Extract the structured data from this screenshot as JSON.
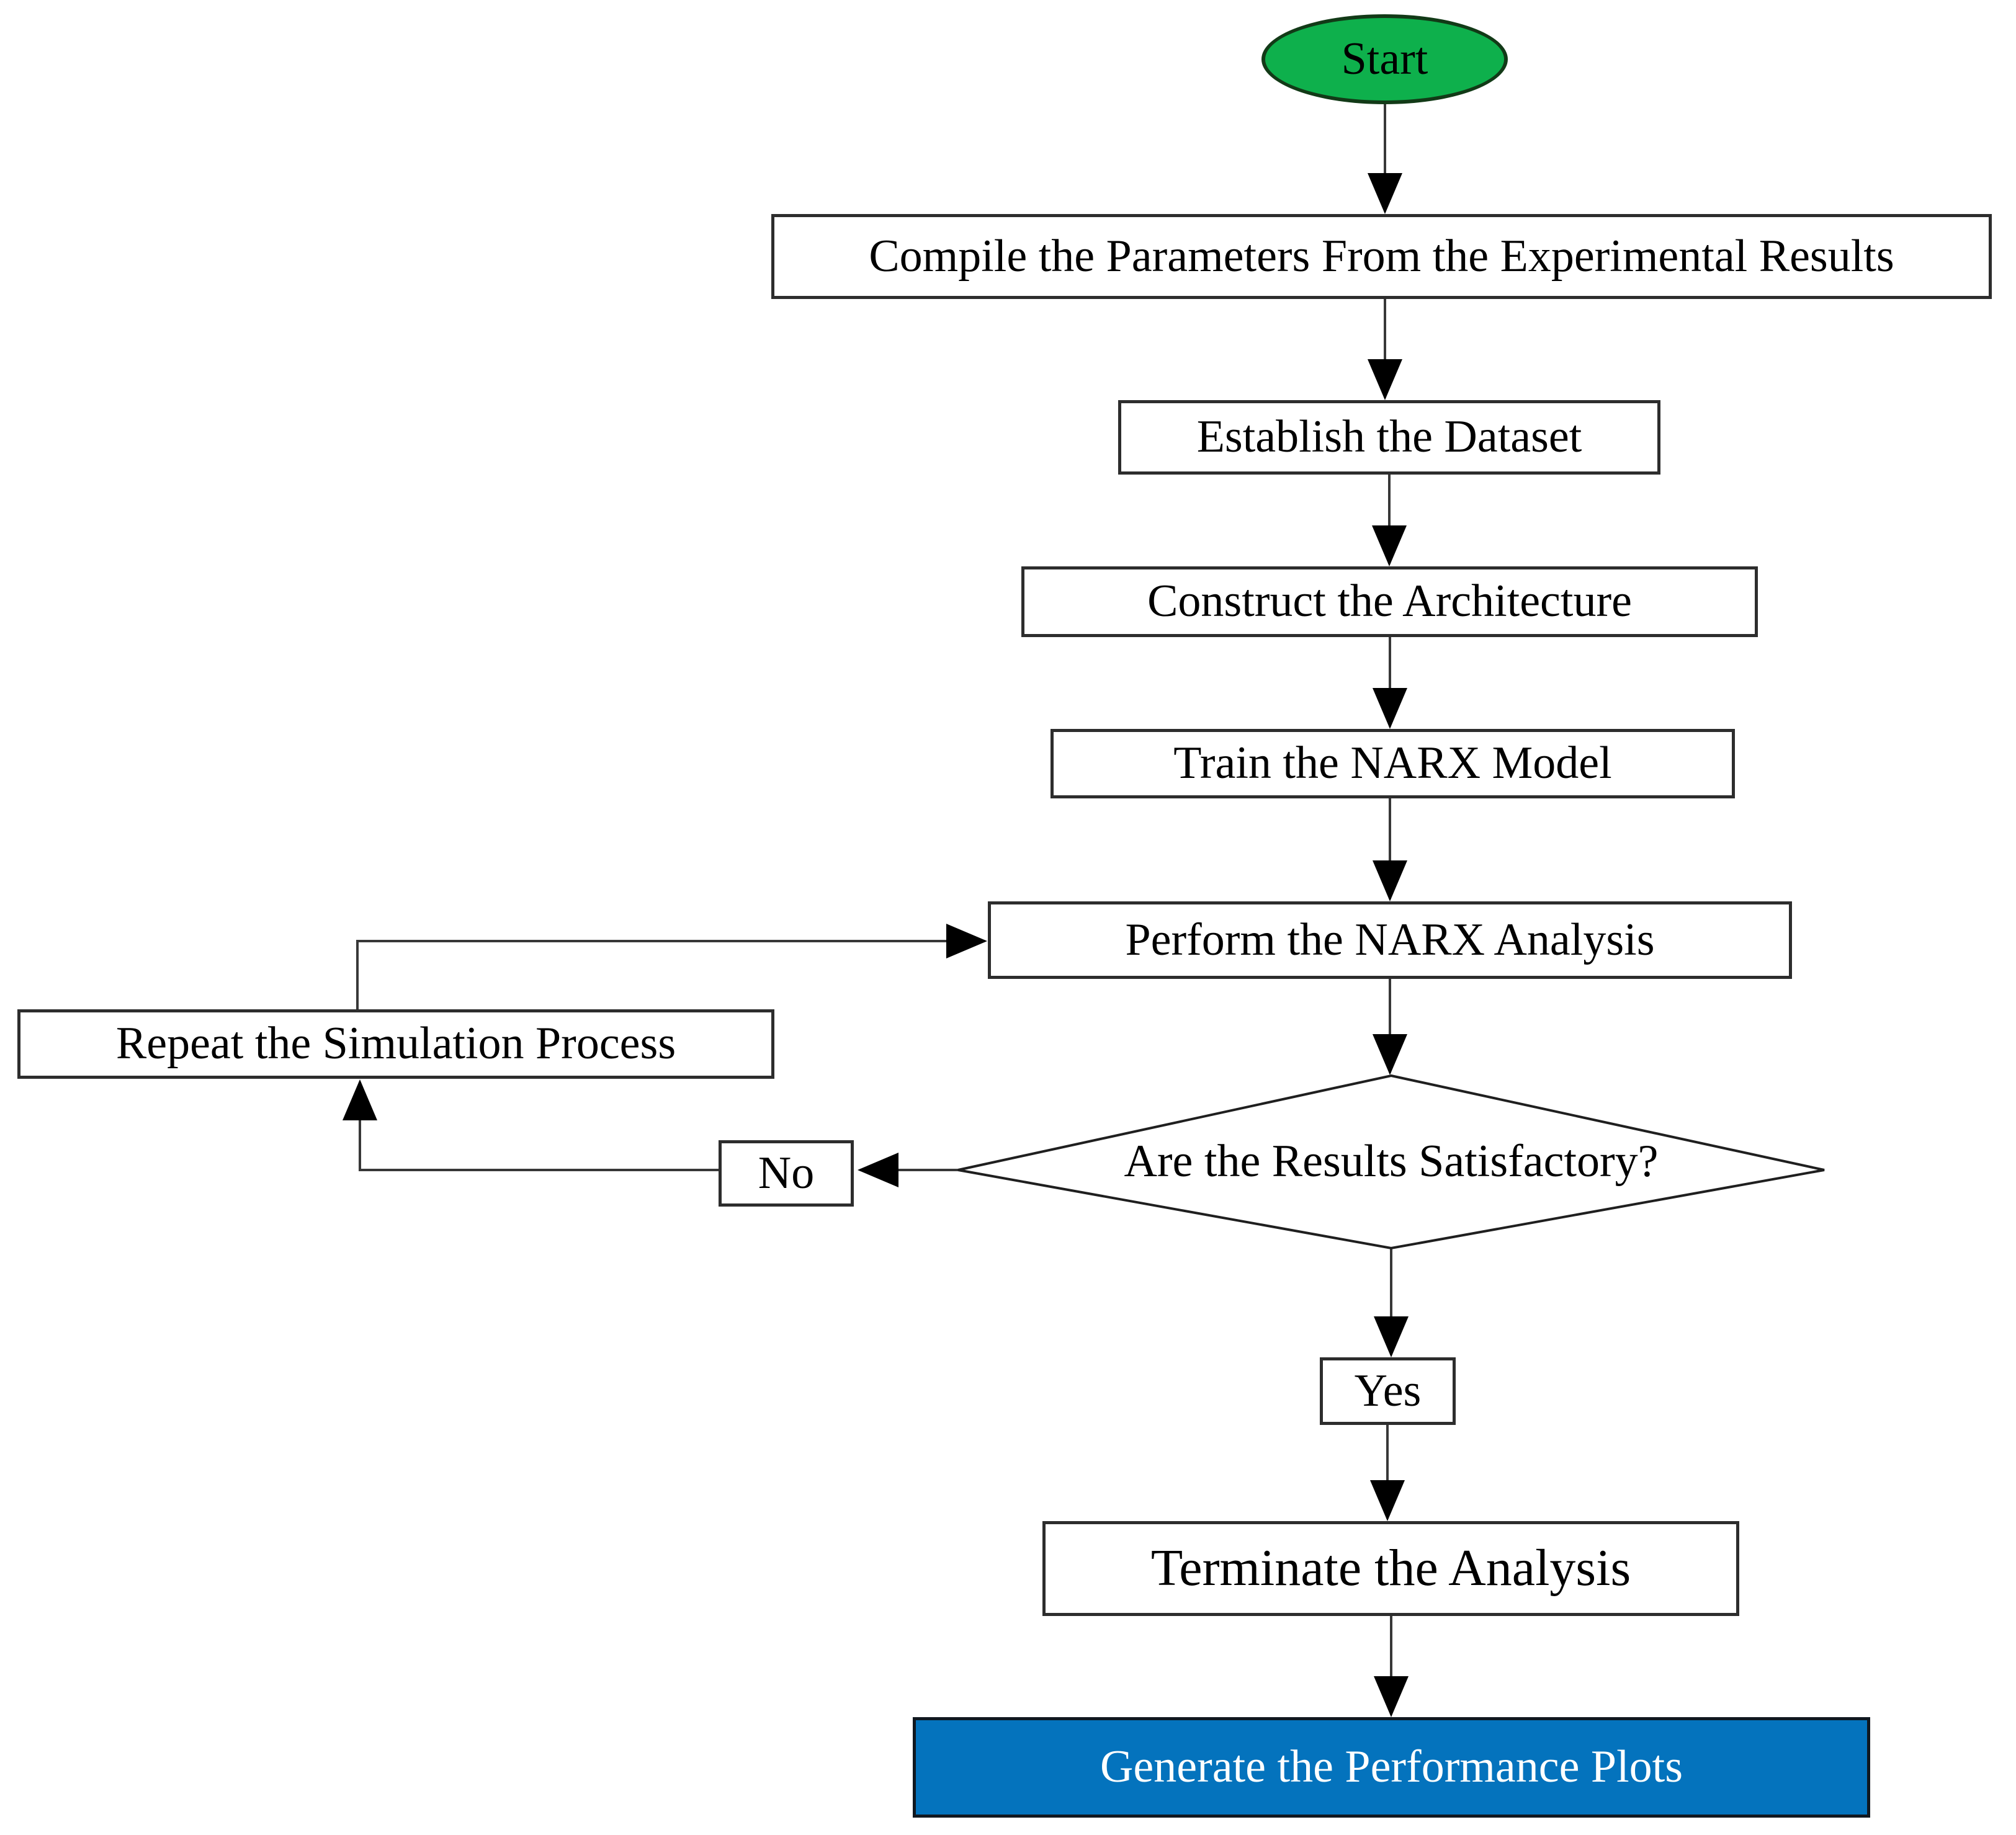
{
  "flowchart": {
    "nodes": {
      "start": {
        "label": "Start",
        "shape": "ellipse",
        "fill": "#0eb04c",
        "text_color": "#000000"
      },
      "compile": {
        "label": "Compile the Parameters From the Experimental Results",
        "shape": "rectangle",
        "fill": "#ffffff",
        "text_color": "#000000"
      },
      "dataset": {
        "label": "Establish the Dataset",
        "shape": "rectangle",
        "fill": "#ffffff",
        "text_color": "#000000"
      },
      "architecture": {
        "label": "Construct the Architecture",
        "shape": "rectangle",
        "fill": "#ffffff",
        "text_color": "#000000"
      },
      "train": {
        "label": "Train the NARX Model",
        "shape": "rectangle",
        "fill": "#ffffff",
        "text_color": "#000000"
      },
      "perform": {
        "label": "Perform the NARX Analysis",
        "shape": "rectangle",
        "fill": "#ffffff",
        "text_color": "#000000"
      },
      "repeat": {
        "label": "Repeat the Simulation Process",
        "shape": "rectangle",
        "fill": "#ffffff",
        "text_color": "#000000"
      },
      "decision": {
        "label": "Are the Results Satisfactory?",
        "shape": "diamond",
        "fill": "#ffffff",
        "text_color": "#000000"
      },
      "no": {
        "label": "No",
        "shape": "rectangle",
        "fill": "#ffffff",
        "text_color": "#000000"
      },
      "yes": {
        "label": "Yes",
        "shape": "rectangle",
        "fill": "#ffffff",
        "text_color": "#000000"
      },
      "terminate": {
        "label": "Terminate the Analysis",
        "shape": "rectangle",
        "fill": "#ffffff",
        "text_color": "#000000"
      },
      "generate": {
        "label": "Generate the Performance Plots",
        "shape": "rectangle",
        "fill": "#0473bd",
        "text_color": "#ffffff"
      }
    },
    "edges": [
      {
        "from": "start",
        "to": "compile"
      },
      {
        "from": "compile",
        "to": "dataset"
      },
      {
        "from": "dataset",
        "to": "architecture"
      },
      {
        "from": "architecture",
        "to": "train"
      },
      {
        "from": "train",
        "to": "perform"
      },
      {
        "from": "perform",
        "to": "decision"
      },
      {
        "from": "decision",
        "to": "no"
      },
      {
        "from": "no",
        "to": "repeat"
      },
      {
        "from": "repeat",
        "to": "perform"
      },
      {
        "from": "decision",
        "to": "yes"
      },
      {
        "from": "yes",
        "to": "terminate"
      },
      {
        "from": "terminate",
        "to": "generate"
      }
    ],
    "colors": {
      "start_fill": "#0eb04c",
      "generate_fill": "#0473bd",
      "generate_text": "#ffffff",
      "line": "#383838",
      "arrowhead": "#000000",
      "box_border": "#2d2d2d",
      "background": "#ffffff"
    }
  }
}
